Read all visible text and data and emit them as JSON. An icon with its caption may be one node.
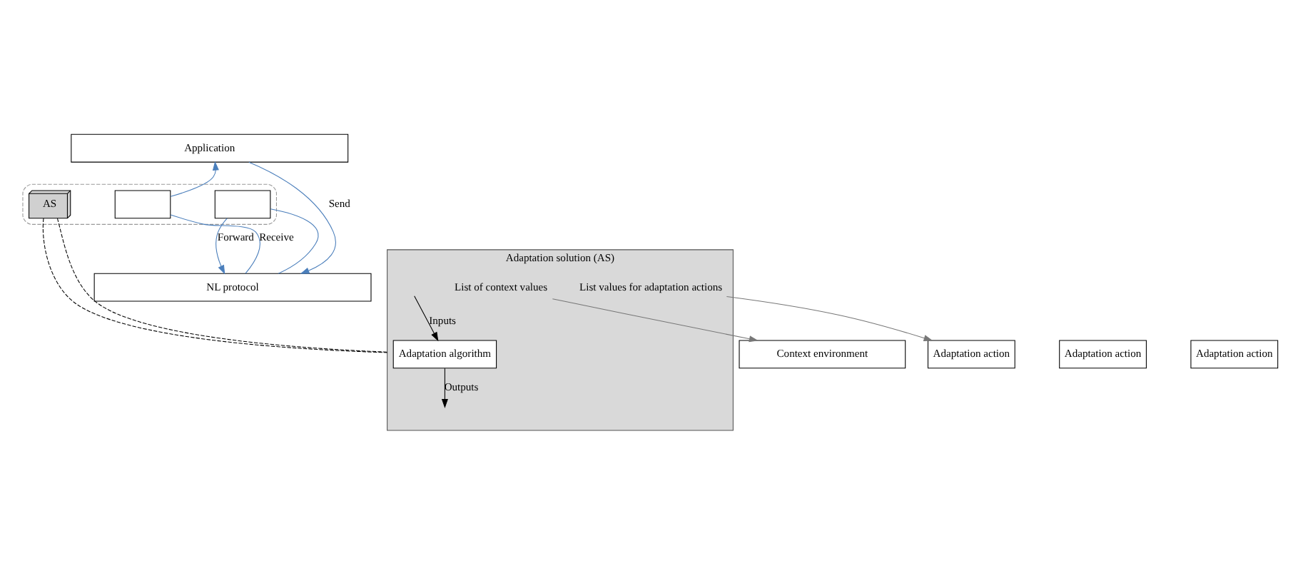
{
  "diagram": {
    "nodes": [
      {
        "text": [
          "Application"
        ]
      },
      {
        "text": [],
        "shape": "box"
      },
      {
        "text": [
          "AS"
        ],
        "in": 1
      },
      {
        "text": [],
        "shape": "box",
        "in": 1
      },
      {
        "text": [],
        "shape": "box",
        "in": 1
      },
      {
        "text": [
          "NL protocol"
        ]
      },
      {
        "text": [
          "Adaptation solution (AS)"
        ]
      },
      {
        "text": [
          "Adaptation algorithm"
        ],
        "in": 6
      },
      {
        "text": [
          "List of context values"
        ],
        "in": 6
      },
      {
        "text": [
          "List values for adaptation actions"
        ],
        "in": 6
      },
      {
        "text": [
          "Context environment"
        ]
      },
      {
        "text": [
          "Adaptation action"
        ]
      },
      {
        "text": [
          "Adaptation action"
        ]
      },
      {
        "text": [
          "Adaptation action"
        ]
      }
    ],
    "edges": [
      {
        "from": 0,
        "to": 5,
        "arrow": "to",
        "label": "Send",
        "color": "#4a7ebb"
      },
      {
        "from": 5,
        "to": 3,
        "arrow": "none",
        "label": "Receive",
        "color": "#4a7ebb"
      },
      {
        "from": 3,
        "to": 0,
        "arrow": "to",
        "color": "#4a7ebb"
      },
      {
        "from": 5,
        "to": 4,
        "arrow": "none",
        "color": "#4a7ebb"
      },
      {
        "from": 4,
        "to": 5,
        "arrow": "to",
        "label": "Forward",
        "color": "#4a7ebb"
      },
      {
        "from": 2,
        "to": 6,
        "arrow": "none",
        "style": "dashed",
        "color": "#000000"
      },
      {
        "from": 2,
        "to": 6,
        "arrow": "none",
        "style": "dashed",
        "color": "#000000"
      },
      {
        "from": null,
        "to": 7,
        "arrow": "to",
        "label": "Inputs",
        "color": "#000000"
      },
      {
        "from": 7,
        "to": null,
        "arrow": "to",
        "label": "Outputs",
        "color": "#000000"
      },
      {
        "from": 8,
        "to": 10,
        "arrow": "to",
        "color": "#777777"
      },
      {
        "from": 9,
        "to": 11,
        "arrow": "to",
        "color": "#777777"
      }
    ]
  }
}
